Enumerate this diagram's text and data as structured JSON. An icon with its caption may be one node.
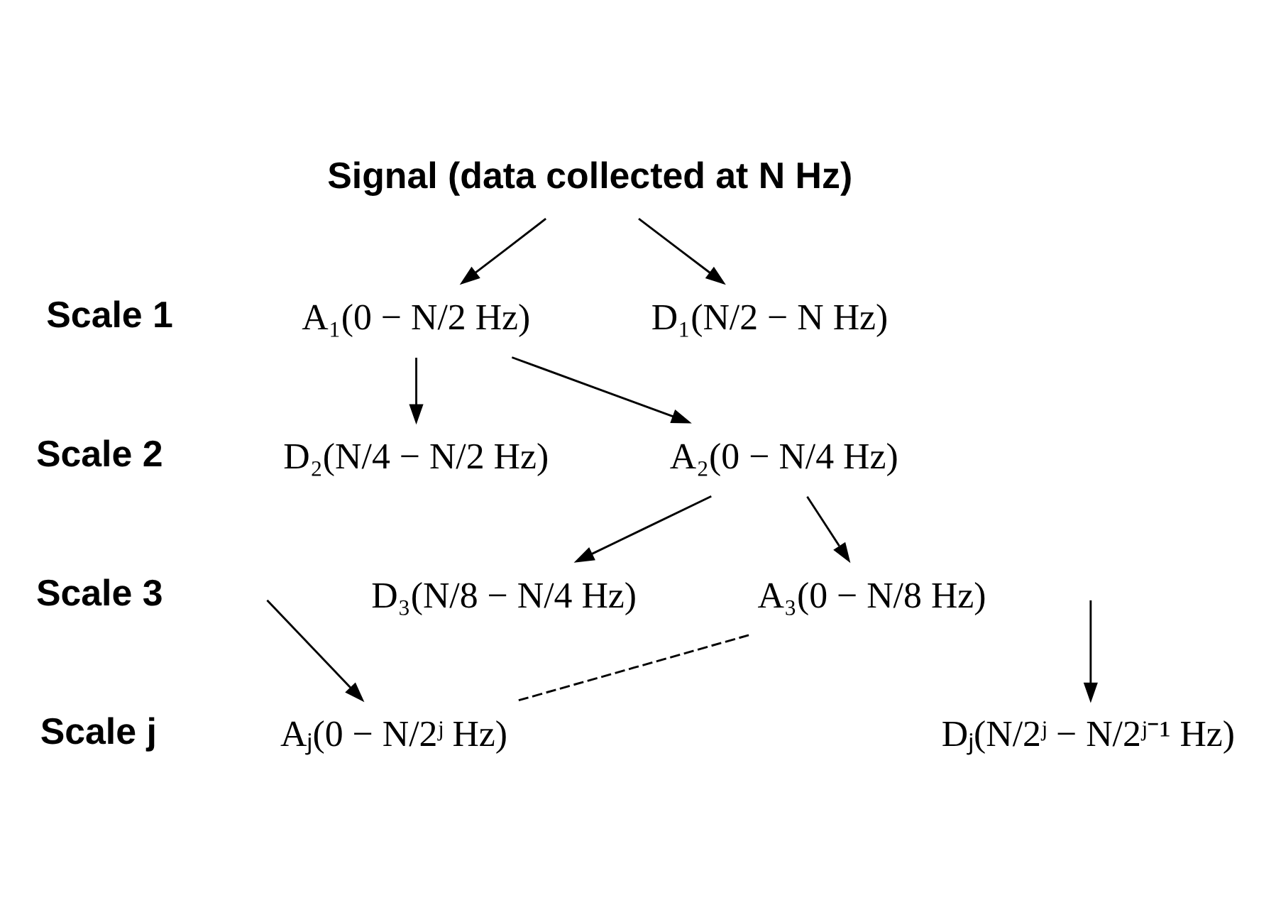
{
  "diagram": {
    "nodes": [
      {
        "text": [
          "Signal (data collected at N Hz)"
        ]
      },
      {
        "text": [
          "A₁(0 − N/2 Hz)"
        ]
      },
      {
        "text": [
          "D₁(N/2 − N Hz)"
        ]
      },
      {
        "text": [
          "A₂(0 − N/4 Hz)"
        ]
      },
      {
        "text": [
          "D₂(N/4 − N/2 Hz)"
        ]
      },
      {
        "text": [
          "A₃(0 − N/8 Hz)"
        ]
      },
      {
        "text": [
          "D₃(N/8 − N/4 Hz)"
        ]
      },
      {
        "text": [
          "Aⱼ(0 − N/2ʲ Hz)"
        ]
      },
      {
        "text": [
          "Dⱼ(N/2ʲ − N/2ʲ⁻¹ Hz)"
        ]
      }
    ],
    "edges": [
      {
        "from": 0,
        "to": 1,
        "arrow": "to"
      },
      {
        "from": 0,
        "to": 2,
        "arrow": "to"
      },
      {
        "from": 1,
        "to": 3,
        "arrow": "to"
      },
      {
        "from": 1,
        "to": 4,
        "arrow": "to"
      },
      {
        "from": 3,
        "to": 5,
        "arrow": "to"
      },
      {
        "from": 3,
        "to": 6,
        "arrow": "to"
      },
      {
        "from": 5,
        "to": 7,
        "arrow": "none",
        "style": "dashed"
      },
      {
        "from": null,
        "to": 7,
        "arrow": "to"
      },
      {
        "from": null,
        "to": 8,
        "arrow": "to"
      }
    ],
    "labels": [
      "Scale 1",
      "Scale 2",
      "Scale 3",
      "Scale j"
    ]
  }
}
